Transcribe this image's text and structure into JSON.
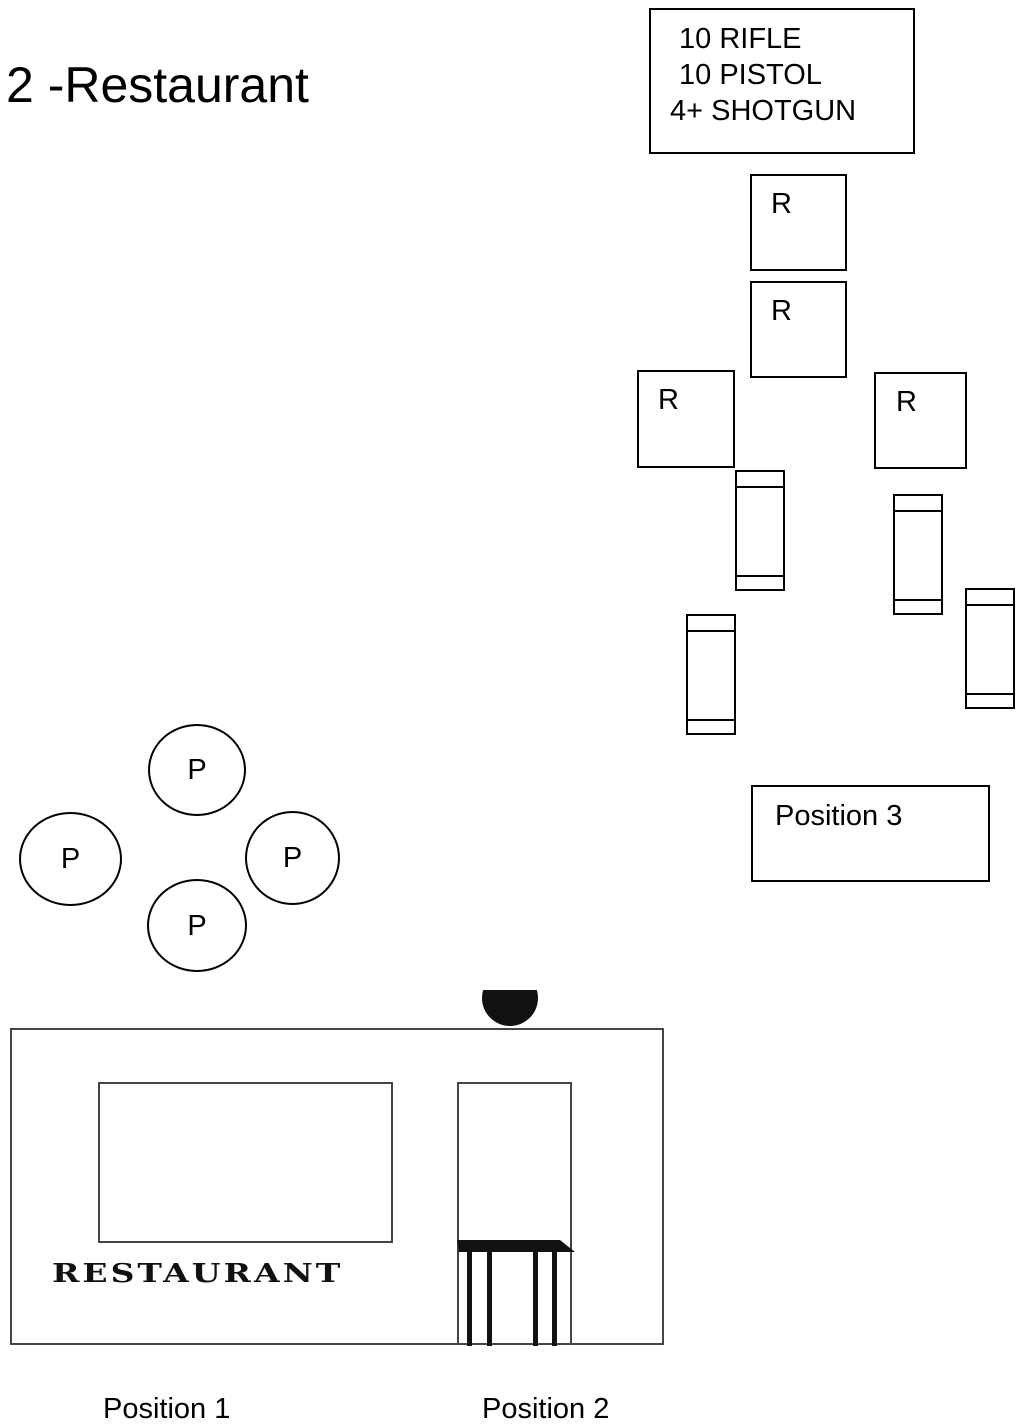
{
  "title": "2 -Restaurant",
  "ammo": {
    "lines": [
      "10 RIFLE",
      "10 PISTOL",
      "4+ SHOTGUN"
    ]
  },
  "rifle_positions": {
    "label": "R",
    "count": 4
  },
  "pistol_positions": {
    "label": "P",
    "count": 4
  },
  "targets": {
    "count": 4
  },
  "positions": {
    "position_1": "Position 1",
    "position_2": "Position 2",
    "position_3": "Position 3"
  },
  "storefront": {
    "sign": "RESTAURANT"
  },
  "colors": {
    "ink": "#000000",
    "storefront_line": "#444444",
    "background": "#ffffff"
  }
}
